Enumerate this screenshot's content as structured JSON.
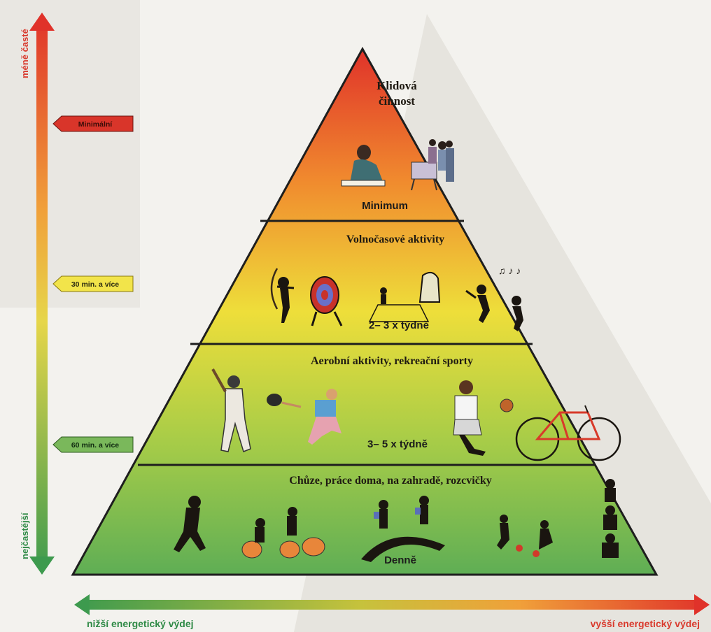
{
  "vertical_axis": {
    "top_label": "méně časté",
    "bottom_label": "nejčastější"
  },
  "horizontal_axis": {
    "left_label": "nižší energetický výdej",
    "right_label": "vyšší energetický výdej"
  },
  "side_tags": [
    {
      "text": "Minimální",
      "color": "#d9352a",
      "text_color": "#3a0c08"
    },
    {
      "text": "30 min. a více",
      "color": "#f2e44a",
      "text_color": "#2a2a10"
    },
    {
      "text": "60 min. a více",
      "color": "#7ab85b",
      "text_color": "#102a10"
    }
  ],
  "tiers": [
    {
      "title_lines": [
        "Klidová",
        "činnost"
      ],
      "frequency": "Minimum",
      "icons": [
        "reading-woman-icon",
        "computer-workers-icon"
      ]
    },
    {
      "title_lines": [
        "Volnočasové aktivity"
      ],
      "frequency": "2– 3 x týdně",
      "icons": [
        "archer-icon",
        "archery-target-icon",
        "chess-pieces-icon",
        "dancers-icon"
      ]
    },
    {
      "title_lines": [
        "Aerobní aktivity, rekreační sporty"
      ],
      "frequency": "3– 5 x týdně",
      "icons": [
        "baseball-batter-icon",
        "tennis-player-icon",
        "basketball-player-icon",
        "bicycle-icon"
      ]
    },
    {
      "title_lines": [
        "Chůze, práce doma, na zahradě, rozcvičky"
      ],
      "frequency": "Denně",
      "icons": [
        "running-figure-icon",
        "gardening-figures-icon",
        "hikers-on-hill-icon",
        "playing-children-icon",
        "acrobats-icon"
      ]
    }
  ],
  "colors": {
    "top": "#e0322a",
    "orange": "#f08a2e",
    "yellow": "#eede3a",
    "green": "#5fae55",
    "outline": "#1e1e1e"
  }
}
